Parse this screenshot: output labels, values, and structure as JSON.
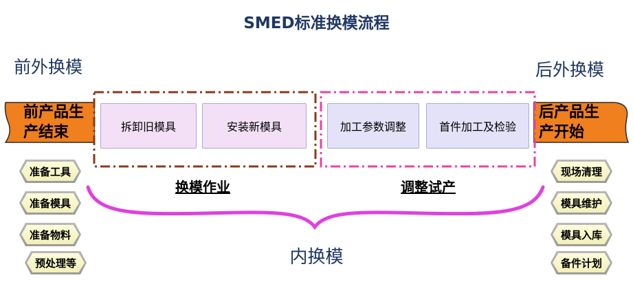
{
  "title": "SMED标准换模流程",
  "left_heading": "前外换模",
  "right_heading": "后外换模",
  "left_banner": {
    "line1": "前产品生",
    "line2": "产结束"
  },
  "right_banner": {
    "line1": "后产品生",
    "line2": "产开始"
  },
  "changeover_group": {
    "label": "换模作业",
    "steps": [
      "拆卸旧模具",
      "安装新模具"
    ]
  },
  "adjust_group": {
    "label": "调整试产",
    "steps": [
      "加工参数调整",
      "首件加工及检验"
    ]
  },
  "inner_label": "内换模",
  "left_tasks": [
    "准备工具",
    "准备模具",
    "准备物料",
    "预处理等"
  ],
  "right_tasks": [
    "现场清理",
    "模具维护",
    "模具入库",
    "备件计划"
  ],
  "colors": {
    "banner": "#f07f1e",
    "changeover_border": "#8a3a1a",
    "adjust_border": "#ef3fa0",
    "brace": "#e040e0",
    "heading": "#1f3864"
  }
}
